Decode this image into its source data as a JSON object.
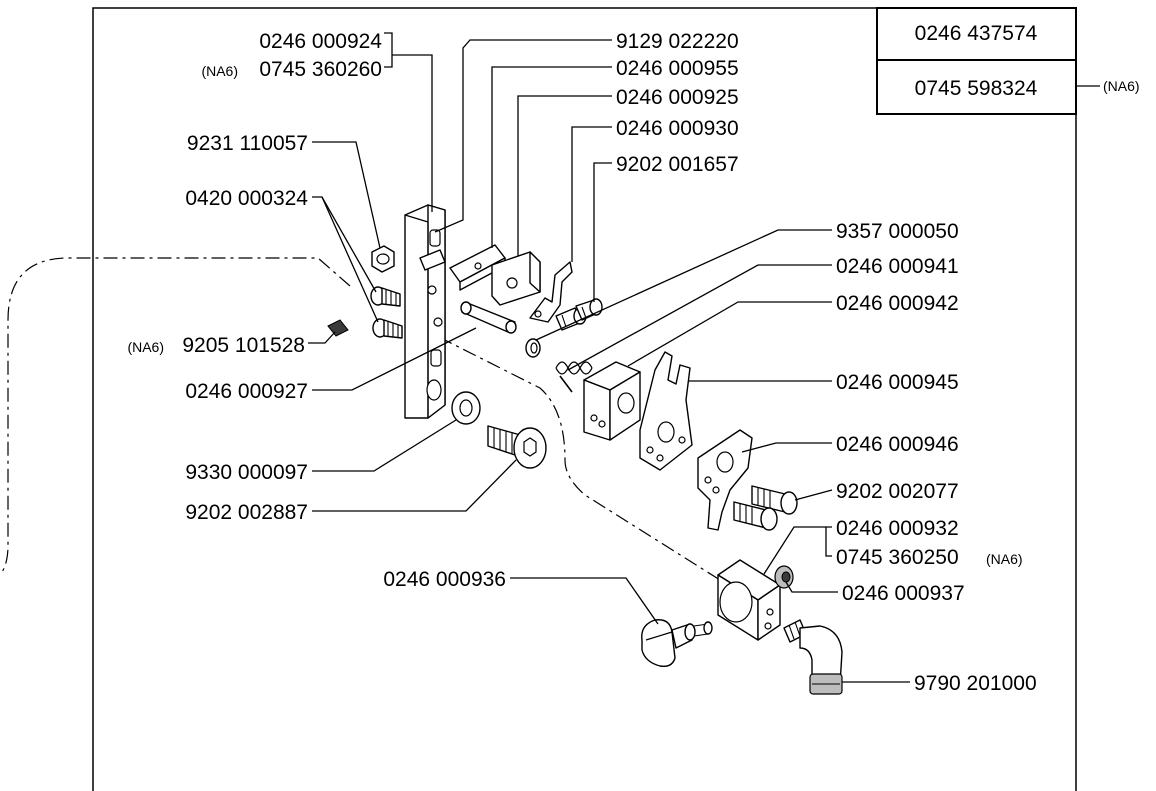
{
  "part_numbers": {
    "box_top": "0246 437574",
    "box_bottom": "0745 598324",
    "box_note": "(NA6)",
    "p1": "0246 000924",
    "p2_prefix": "(NA6)",
    "p2": "0745 360260",
    "p3": "9129 022220",
    "p4": "0246 000955",
    "p5": "0246 000925",
    "p6": "0246 000930",
    "p7": "9202 001657",
    "p8": "9231 110057",
    "p9": "0420 000324",
    "p10": "9357 000050",
    "p11": "0246 000941",
    "p12": "0246 000942",
    "p13_prefix": "(NA6)",
    "p13": "9205 101528",
    "p14": "0246 000927",
    "p15": "0246 000945",
    "p16": "0246 000946",
    "p17": "9330 000097",
    "p18": "9202 002077",
    "p19": "9202 002887",
    "p20": "0246 000932",
    "p21": "0745 360250",
    "p21_suffix": "(NA6)",
    "p22": "0246 000936",
    "p23": "0246 000937",
    "p24": "9790 201000"
  }
}
